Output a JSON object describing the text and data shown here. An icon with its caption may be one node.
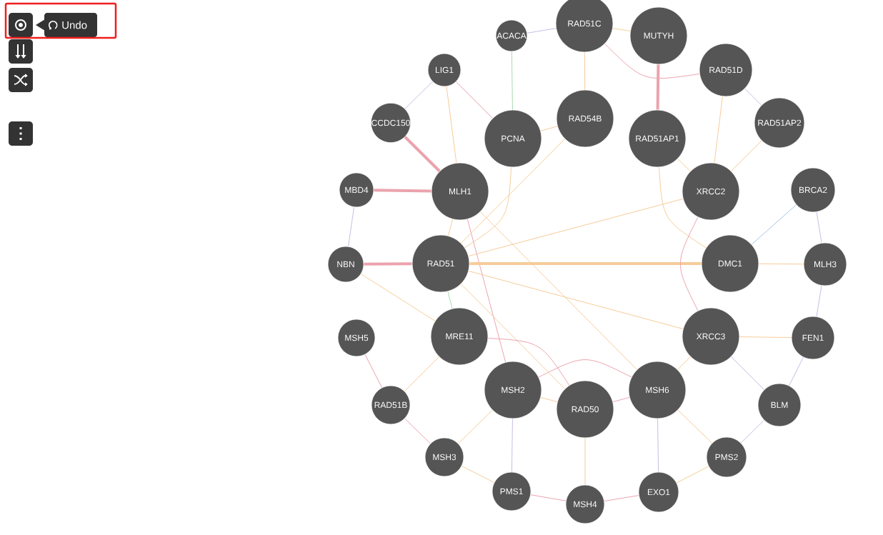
{
  "diagram": {
    "nodes": [
      {
        "text": [
          "RAD51C"
        ]
      },
      {
        "text": [
          "ACACA"
        ]
      },
      {
        "text": [
          "MUTYH"
        ]
      },
      {
        "text": [
          "LIG1"
        ]
      },
      {
        "text": [
          "RAD51D"
        ]
      },
      {
        "text": [
          "RAD54B"
        ]
      },
      {
        "text": [
          "CCDC150"
        ]
      },
      {
        "text": [
          "RAD51AP2"
        ]
      },
      {
        "text": [
          "PCNA"
        ]
      },
      {
        "text": [
          "RAD51AP1"
        ]
      },
      {
        "text": [
          "MBD4"
        ]
      },
      {
        "text": [
          "BRCA2"
        ]
      },
      {
        "text": [
          "MLH1"
        ]
      },
      {
        "text": [
          "XRCC2"
        ]
      },
      {
        "text": [
          "RAD51"
        ]
      },
      {
        "text": [
          "DMC1"
        ]
      },
      {
        "text": [
          "NBN"
        ]
      },
      {
        "text": [
          "MLH3"
        ]
      },
      {
        "text": [
          "MRE11"
        ]
      },
      {
        "text": [
          "MSH5"
        ]
      },
      {
        "text": [
          "XRCC3"
        ]
      },
      {
        "text": [
          "FEN1"
        ]
      },
      {
        "text": [
          "MSH2"
        ]
      },
      {
        "text": [
          "MSH6"
        ]
      },
      {
        "text": [
          "RAD51B"
        ]
      },
      {
        "text": [
          "BLM"
        ]
      },
      {
        "text": [
          "RAD50"
        ]
      },
      {
        "text": [
          "MSH3"
        ]
      },
      {
        "text": [
          "PMS2"
        ]
      },
      {
        "text": [
          "EXO1"
        ]
      },
      {
        "text": [
          "PMS1"
        ]
      },
      {
        "text": [
          "MSH4"
        ]
      }
    ],
    "edges": [
      {
        "from": 12,
        "to": 22,
        "arrow": "none",
        "color": "#eba3ad"
      },
      {
        "from": 12,
        "to": 23,
        "arrow": "none"
      },
      {
        "from": 3,
        "to": 12,
        "arrow": "none"
      },
      {
        "from": 12,
        "to": 10,
        "arrow": "none",
        "style": "thick",
        "color": "#eba3ad"
      },
      {
        "from": 22,
        "to": 23,
        "arrow": "none",
        "color": "#eba3ad"
      },
      {
        "from": 22,
        "to": 27,
        "arrow": "none"
      },
      {
        "from": 22,
        "to": 30,
        "arrow": "none",
        "color": "#c9bce3"
      },
      {
        "from": 23,
        "to": 28,
        "arrow": "none"
      },
      {
        "from": 23,
        "to": 29,
        "arrow": "none",
        "color": "#c9bce3"
      },
      {
        "from": 14,
        "to": 15,
        "arrow": "none",
        "style": "thick"
      },
      {
        "from": 14,
        "to": 13,
        "arrow": "none"
      },
      {
        "from": 14,
        "to": 20,
        "arrow": "none"
      },
      {
        "from": 14,
        "to": 5,
        "arrow": "none"
      },
      {
        "from": 14,
        "to": 18,
        "arrow": "none",
        "color": "#a9d9b0"
      },
      {
        "from": 14,
        "to": 26,
        "arrow": "none"
      },
      {
        "from": 14,
        "to": 16,
        "arrow": "none",
        "style": "thick",
        "color": "#eba3ad"
      },
      {
        "from": 18,
        "to": 26,
        "arrow": "none",
        "color": "#eba3ad"
      },
      {
        "from": 18,
        "to": 16,
        "arrow": "none"
      },
      {
        "from": 18,
        "to": 24,
        "arrow": "none"
      },
      {
        "from": 15,
        "to": 9,
        "arrow": "none"
      },
      {
        "from": 15,
        "to": 11,
        "arrow": "none",
        "color": "#a7c4e6"
      },
      {
        "from": 15,
        "to": 17,
        "arrow": "none"
      },
      {
        "from": 13,
        "to": 20,
        "arrow": "none",
        "color": "#eba3ad"
      },
      {
        "from": 13,
        "to": 4,
        "arrow": "none"
      },
      {
        "from": 13,
        "to": 9,
        "arrow": "none"
      },
      {
        "from": 20,
        "to": 25,
        "arrow": "none",
        "color": "#c9bce3"
      },
      {
        "from": 20,
        "to": 23,
        "arrow": "none"
      },
      {
        "from": 0,
        "to": 4,
        "arrow": "none",
        "color": "#eba3ad"
      },
      {
        "from": 0,
        "to": 5,
        "arrow": "none"
      },
      {
        "from": 8,
        "to": 3,
        "arrow": "none",
        "color": "#eba3ad"
      },
      {
        "from": 8,
        "to": 5,
        "arrow": "none"
      },
      {
        "from": 8,
        "to": 14,
        "arrow": "none"
      },
      {
        "from": 2,
        "to": 9,
        "arrow": "none",
        "style": "thick",
        "color": "#eba3ad"
      },
      {
        "from": 2,
        "to": 0,
        "arrow": "none"
      },
      {
        "from": 21,
        "to": 25,
        "arrow": "none",
        "color": "#c9bce3"
      },
      {
        "from": 21,
        "to": 20,
        "arrow": "none"
      },
      {
        "from": 19,
        "to": 24,
        "arrow": "none",
        "color": "#eba3ad"
      },
      {
        "from": 11,
        "to": 17,
        "arrow": "none",
        "color": "#c9bce3"
      },
      {
        "from": 6,
        "to": 12,
        "arrow": "none",
        "style": "thick",
        "color": "#eba3ad"
      },
      {
        "from": 1,
        "to": 8,
        "arrow": "none",
        "color": "#a9d9b0"
      },
      {
        "from": 30,
        "to": 31,
        "arrow": "none",
        "color": "#eba3ad"
      },
      {
        "from": 3,
        "to": 6,
        "arrow": "none",
        "color": "#c9bce3"
      },
      {
        "from": 16,
        "to": 10,
        "arrow": "none",
        "color": "#c9bce3"
      },
      {
        "from": 17,
        "to": 21,
        "arrow": "none",
        "color": "#c9bce3"
      },
      {
        "from": 25,
        "to": 28,
        "arrow": "none",
        "color": "#c9bce3"
      },
      {
        "from": 26,
        "to": 31,
        "arrow": "none"
      },
      {
        "from": 24,
        "to": 27,
        "arrow": "none",
        "color": "#eba3ad"
      },
      {
        "from": 1,
        "to": 0,
        "arrow": "none",
        "color": "#c9bce3"
      },
      {
        "from": 26,
        "to": 23,
        "arrow": "none",
        "color": "#eba3ad"
      },
      {
        "from": 26,
        "to": 22,
        "arrow": "none"
      },
      {
        "from": 29,
        "to": 28,
        "arrow": "none"
      },
      {
        "from": 7,
        "to": 13,
        "arrow": "none"
      },
      {
        "from": 4,
        "to": 7,
        "arrow": "none",
        "color": "#c9bce3"
      },
      {
        "from": 12,
        "to": 14,
        "arrow": "none"
      },
      {
        "from": 27,
        "to": 30,
        "arrow": "none"
      },
      {
        "from": 31,
        "to": 29,
        "arrow": "none",
        "color": "#eba3ad"
      }
    ],
    "labels": [
      "Undo"
    ]
  }
}
